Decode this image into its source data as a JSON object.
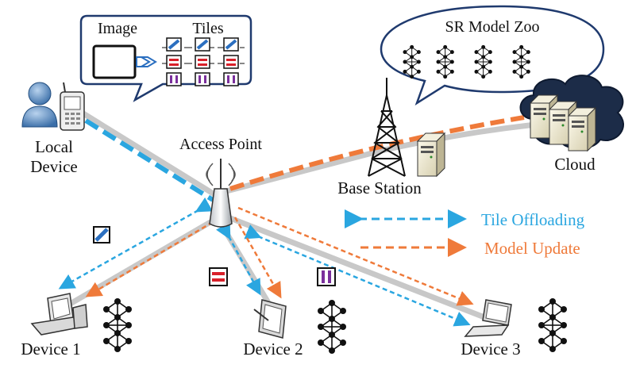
{
  "labels": {
    "image": "Image",
    "tiles": "Tiles",
    "sr_model_zoo": "SR Model Zoo",
    "local_device": "Local\nDevice",
    "access_point": "Access Point",
    "base_station": "Base Station",
    "cloud": "Cloud",
    "device1": "Device 1",
    "device2": "Device 2",
    "device3": "Device 3"
  },
  "legend": {
    "tile_offloading": "Tile Offloading",
    "model_update": "Model Update"
  },
  "colors": {
    "tile_offloading": "#2aa6e0",
    "model_update": "#ef7a3a",
    "link": "#c8c8c8",
    "tile_blue": "#2b6fc0",
    "tile_red": "#d8202a",
    "tile_purple": "#7a2f9c"
  },
  "icons": [
    "user-icon",
    "phone-icon",
    "image-icon",
    "tile-icon",
    "neural-network-icon",
    "access-point-icon",
    "tower-icon",
    "server-icon",
    "cloud-icon",
    "desktop-icon",
    "tablet-icon",
    "laptop-icon"
  ]
}
